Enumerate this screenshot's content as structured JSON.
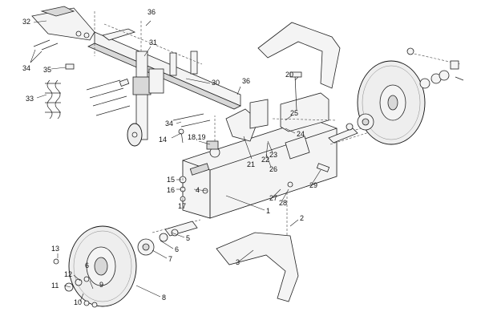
{
  "diagram": {
    "callouts": {
      "c1": "1",
      "c2": "2",
      "c3": "3",
      "c4": "4",
      "c5": "5",
      "c6": "6",
      "c6b": "6",
      "c7": "7",
      "c8": "8",
      "c9": "9",
      "c10": "10",
      "c11": "11",
      "c12": "12",
      "c13": "13",
      "c14": "14",
      "c15": "15",
      "c16": "16",
      "c17": "17",
      "c1819": "18,19",
      "c20": "20",
      "c21": "21",
      "c22": "22",
      "c23": "23",
      "c24": "24",
      "c25": "25",
      "c26": "26",
      "c27": "27",
      "c28": "28",
      "c29": "29",
      "c30": "30",
      "c31": "31",
      "c32": "32",
      "c33": "33",
      "c34a": "34",
      "c34b": "34",
      "c35": "35",
      "c36a": "36",
      "c36b": "36"
    }
  }
}
